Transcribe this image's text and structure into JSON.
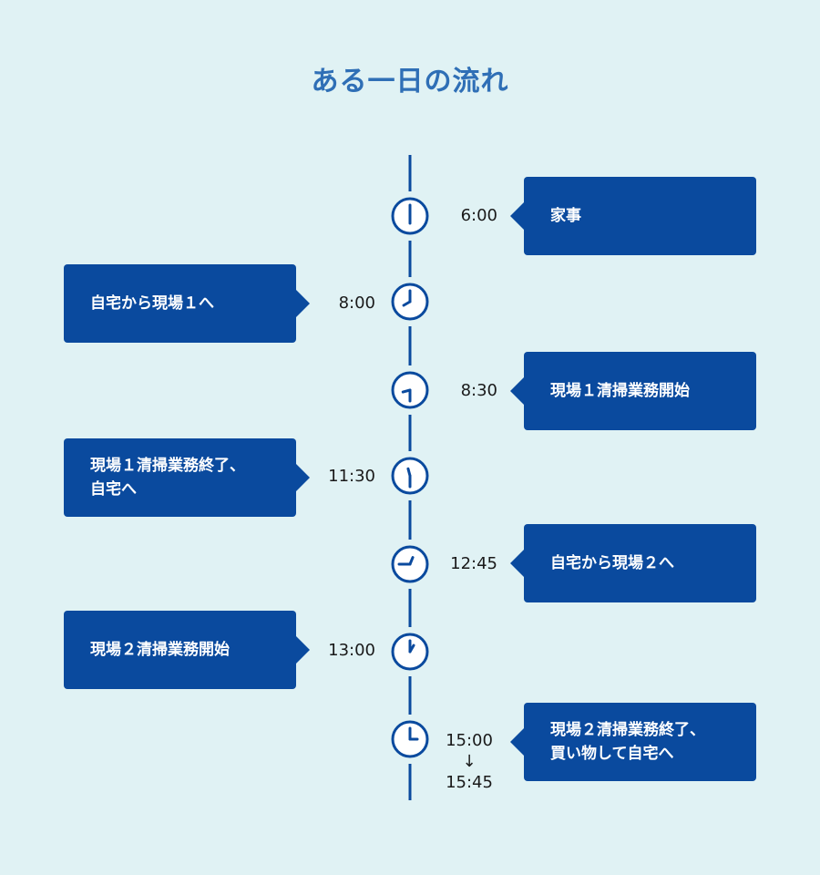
{
  "title": "ある一日の流れ",
  "events": [
    {
      "time": "6:00",
      "label": "家事",
      "side": "right",
      "clock": "clock-6-00-icon"
    },
    {
      "time": "8:00",
      "label": "自宅から現場１へ",
      "side": "left",
      "clock": "clock-8-00-icon"
    },
    {
      "time": "8:30",
      "label": "現場１清掃業務開始",
      "side": "right",
      "clock": "clock-8-30-icon"
    },
    {
      "time": "11:30",
      "label": "現場１清掃業務終了、\n自宅へ",
      "side": "left",
      "clock": "clock-11-30-icon"
    },
    {
      "time": "12:45",
      "label": "自宅から現場２へ",
      "side": "right",
      "clock": "clock-12-45-icon"
    },
    {
      "time": "13:00",
      "label": "現場２清掃業務開始",
      "side": "left",
      "clock": "clock-13-00-icon"
    },
    {
      "time": "15:00",
      "time_arrow": "↓",
      "time_end": "15:45",
      "label": "現場２清掃業務終了、\n買い物して自宅へ",
      "side": "right",
      "clock": "clock-15-00-icon"
    }
  ],
  "colors": {
    "background": "#e0f2f4",
    "title": "#2f6fb6",
    "box": "#0a4a9e",
    "axis": "#0a4a9e"
  }
}
